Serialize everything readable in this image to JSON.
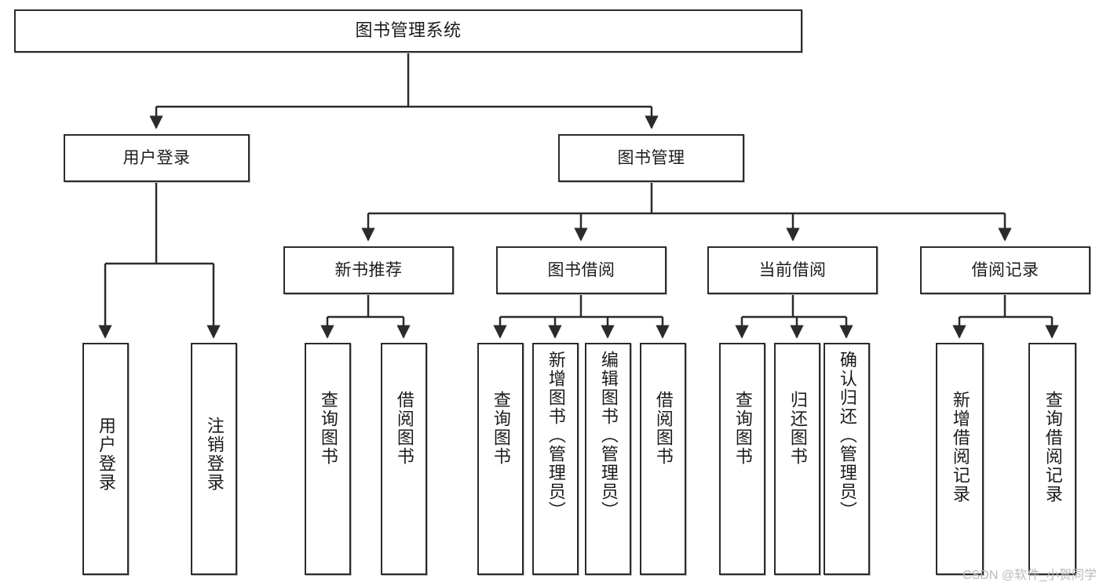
{
  "diagram": {
    "type": "hierarchy-tree",
    "title": "图书管理系统",
    "watermark": "CSDN @软件_小贺同学",
    "colors": {
      "box_border": "#2b2b2b",
      "box_fill": "#ffffff",
      "connector": "#2b2b2b",
      "background": "#ffffff",
      "watermark": "#b9b9b9"
    },
    "levels": {
      "root": "图书管理系统",
      "level2": [
        "用户登录",
        "图书管理"
      ],
      "level3": [
        "新书推荐",
        "图书借阅",
        "当前借阅",
        "借阅记录"
      ]
    },
    "nodes": {
      "root": {
        "label": "图书管理系统"
      },
      "user_login": {
        "label": "用户登录"
      },
      "book_manage": {
        "label": "图书管理"
      },
      "new_book_rec": {
        "label": "新书推荐"
      },
      "book_borrow": {
        "label": "图书借阅"
      },
      "current_borrow": {
        "label": "当前借阅"
      },
      "borrow_record": {
        "label": "借阅记录"
      }
    },
    "leaves": {
      "user_login_children": [
        {
          "label": "用户登录"
        },
        {
          "label": "注销登录"
        }
      ],
      "new_book_rec_children": [
        {
          "label": "查询图书"
        },
        {
          "label": "借阅图书"
        }
      ],
      "book_borrow_children": [
        {
          "label": "查询图书"
        },
        {
          "label": "新增图书（管理员）"
        },
        {
          "label": "编辑图书（管理员）"
        },
        {
          "label": "借阅图书"
        }
      ],
      "current_borrow_children": [
        {
          "label": "查询图书"
        },
        {
          "label": "归还图书"
        },
        {
          "label": "确认归还（管理员）"
        }
      ],
      "borrow_record_children": [
        {
          "label": "新增借阅记录"
        },
        {
          "label": "查询借阅记录"
        }
      ]
    }
  }
}
